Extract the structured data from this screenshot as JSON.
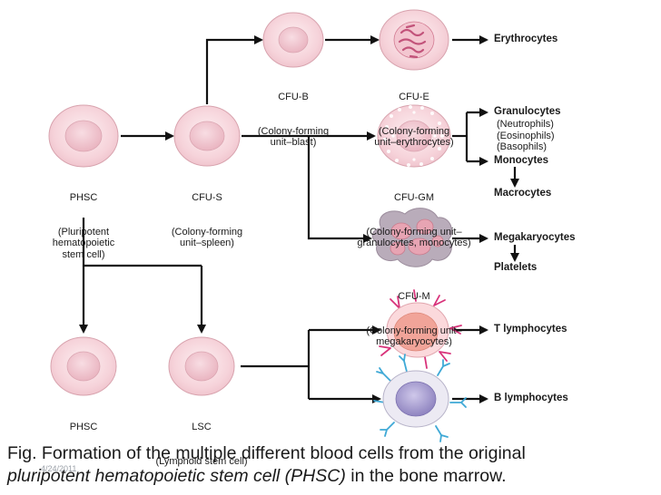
{
  "cells": {
    "phsc_top": {
      "name": "PHSC",
      "desc": "(Pluripotent\nhematopoietic\nstem cell)"
    },
    "cfu_s": {
      "name": "CFU-S",
      "desc": "(Colony-forming\nunit–spleen)"
    },
    "cfu_b": {
      "name": "CFU-B",
      "desc": "(Colony-forming\nunit–blast)"
    },
    "cfu_e": {
      "name": "CFU-E",
      "desc": "(Colony-forming\nunit–erythrocytes)"
    },
    "cfu_gm": {
      "name": "CFU-GM",
      "desc": "(Colony-forming unit–\ngranulocytes, monocytes)"
    },
    "cfu_m": {
      "name": "CFU-M",
      "desc": "(Colony-forming unit–\nmegakaryocytes)"
    },
    "phsc_bottom": {
      "name": "PHSC"
    },
    "lsc": {
      "name": "LSC",
      "desc": "(Lymphoid stem cell)"
    }
  },
  "outputs": {
    "erythrocytes": "Erythrocytes",
    "granulocytes": "Granulocytes",
    "granulocyte_types": "(Neutrophils)\n(Eosinophils)\n(Basophils)",
    "monocytes": "Monocytes",
    "macrocytes": "Macrocytes",
    "megakaryocytes": "Megakaryocytes",
    "platelets": "Platelets",
    "t_lymphocytes": "T lymphocytes",
    "b_lymphocytes": "B lymphocytes"
  },
  "caption": {
    "line1": "Fig. Formation of the multiple different blood cells from the original",
    "line2_italic": "pluripotent hematopoietic stem cell (PHSC)",
    "line2_rest": " in the bone marrow."
  },
  "date_stamp": "4/24/2011",
  "colors": {
    "cell_fill": "#f7d6dc",
    "nucleus_fill": "#f1bfc9",
    "cell_edge": "#d8a3ae",
    "line": "#111111",
    "megakaryocyte_fill": "#b7a9b7",
    "megakaryocyte_nucleus": "#e4a2b0",
    "t_antenna": "#d8327a",
    "b_antenna": "#3fa9d6",
    "b_nucleus": "#9a8fc8"
  }
}
